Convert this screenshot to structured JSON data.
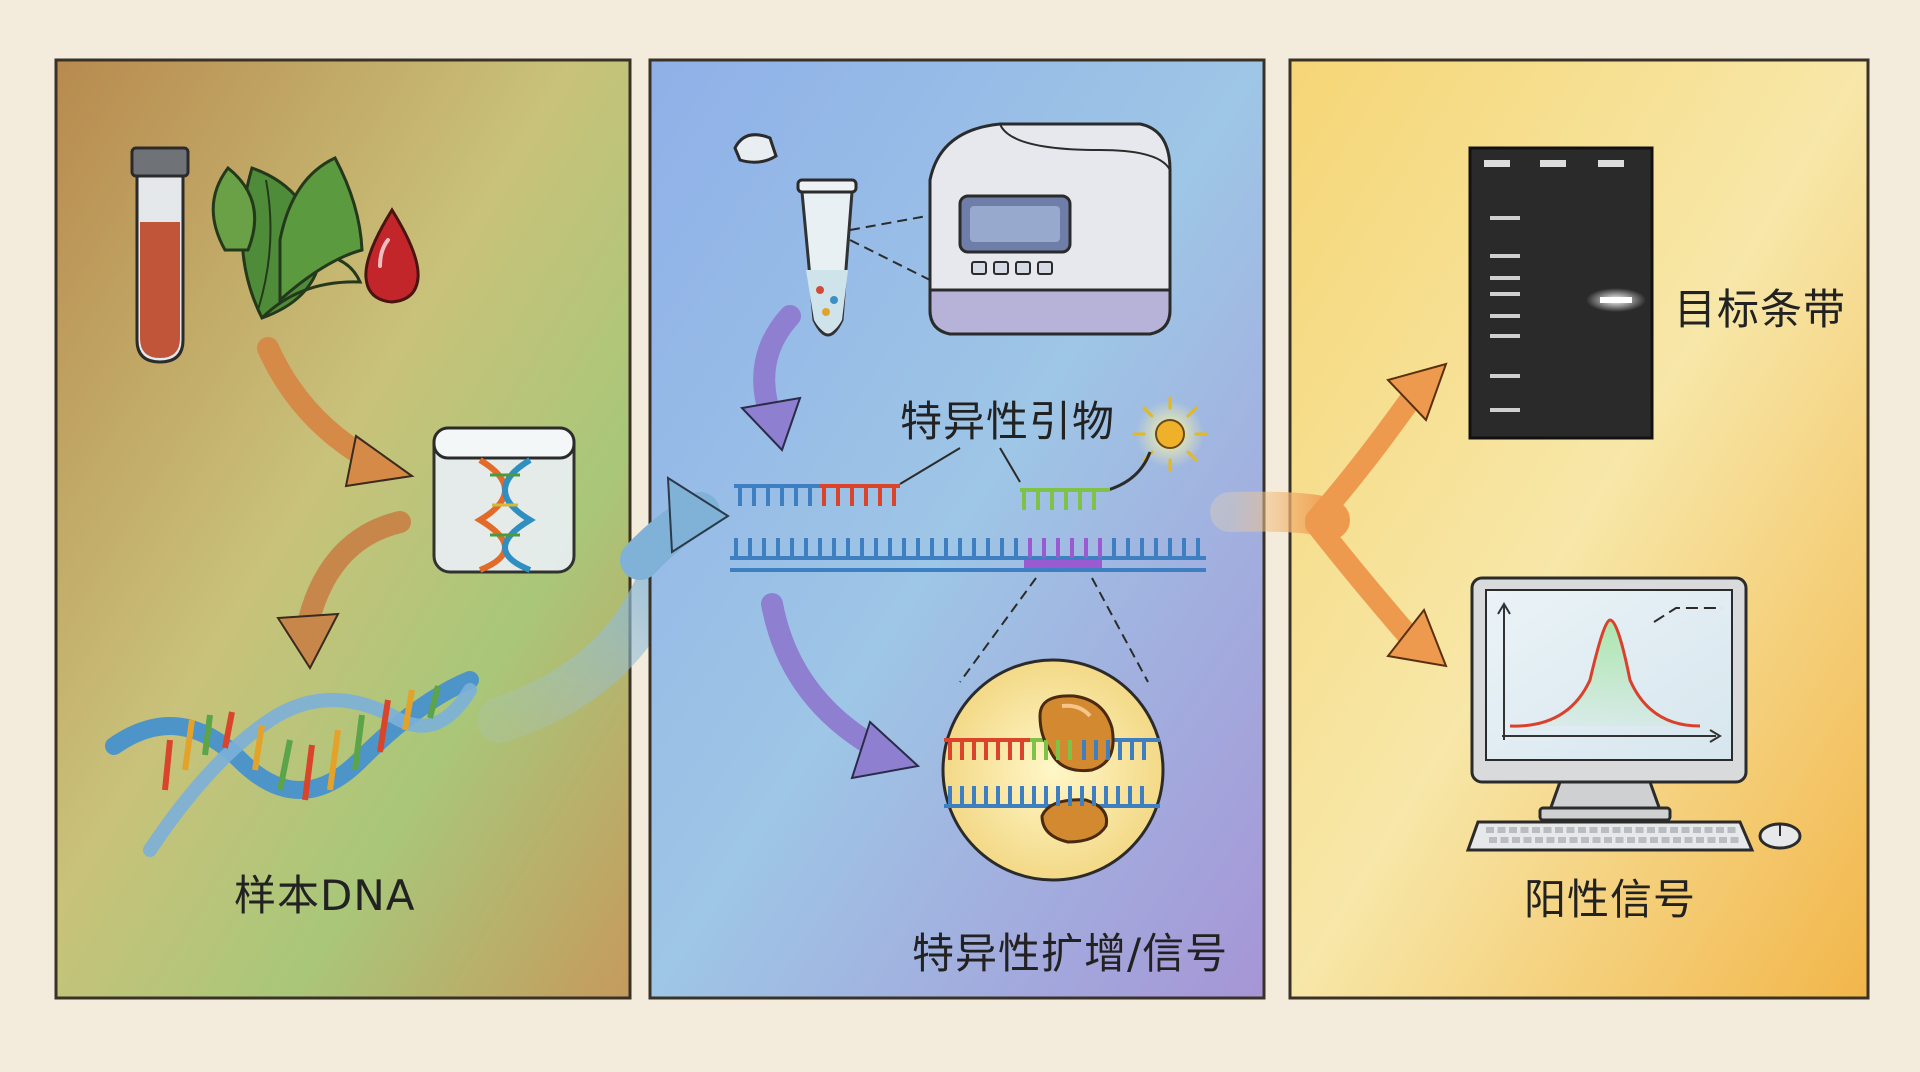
{
  "panels": {
    "sample": {
      "label": "样本DNA"
    },
    "amplification": {
      "primer_label": "特异性引物",
      "result_label": "特异性扩增/信号"
    },
    "detection": {
      "gel_label": "目标条带",
      "signal_label": "阳性信号"
    }
  },
  "colors": {
    "panel1": "#c9a66b",
    "panel2": "#8fb1e6",
    "panel3": "#f4c85a",
    "arrow_orange": "#e89a4a",
    "arrow_purple": "#8f7fd0",
    "arrow_blue": "#8fb9d6",
    "curve_red": "#d9412c",
    "band_white": "#ffffff"
  },
  "icons": [
    "test-tube-icon",
    "leaf-icon",
    "blood-drop-icon",
    "dna-jar-icon",
    "dna-helix-icon",
    "microtube-icon",
    "thermocycler-icon",
    "fluorophore-icon",
    "polymerase-icon",
    "gel-icon",
    "computer-monitor-icon",
    "keyboard-icon",
    "mouse-icon"
  ]
}
